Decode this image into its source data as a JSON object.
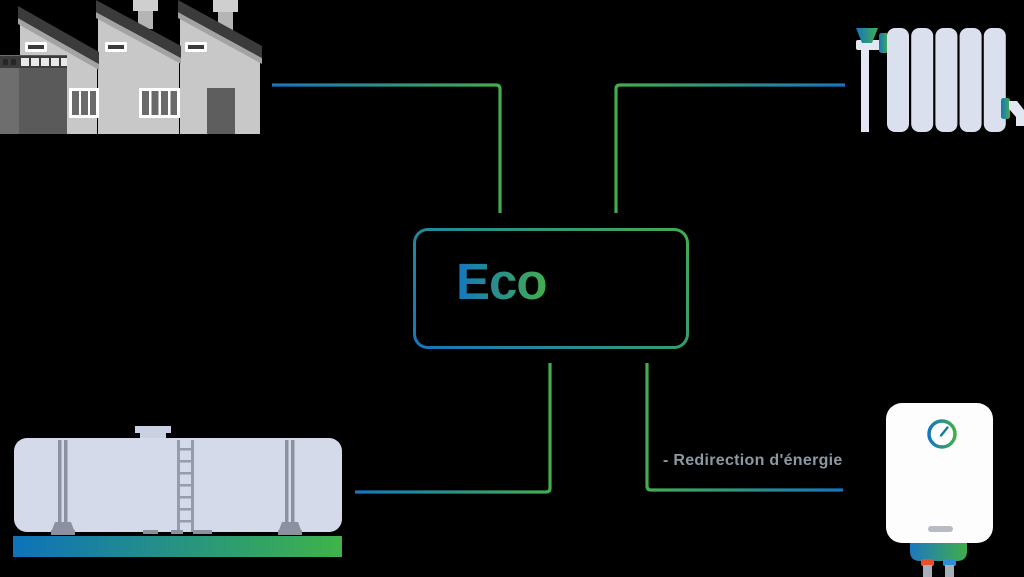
{
  "diagram": {
    "center_node": {
      "label": "Eco"
    },
    "annotation": {
      "label": "- Redirection d'énergie"
    },
    "nodes": [
      {
        "id": "factory",
        "name": "factory-illustration",
        "position": "top-left"
      },
      {
        "id": "radiator",
        "name": "radiator-illustration",
        "position": "top-right"
      },
      {
        "id": "storage-tank",
        "name": "storage-tank-illustration",
        "position": "bottom-left"
      },
      {
        "id": "water-heater",
        "name": "water-heater-illustration",
        "position": "bottom-right"
      }
    ],
    "edges": [
      {
        "from": "factory",
        "to": "eco-box"
      },
      {
        "from": "eco-box",
        "to": "radiator"
      },
      {
        "from": "storage-tank",
        "to": "eco-box"
      },
      {
        "from": "eco-box",
        "to": "water-heater",
        "label": "- Redirection d'énergie"
      }
    ],
    "colors": {
      "accent_blue": "#1476bf",
      "accent_green": "#43ad4d",
      "panel_light": "#d4daea",
      "radiator_fin": "#dbe0ee",
      "label_gray": "#8b99a4",
      "factory_light": "#c8c8c8",
      "factory_roof_dark": "#3b3b3b",
      "pipe_hot_red": "#e8502a",
      "pipe_cold_blue": "#2e8fd8",
      "background": "#000000"
    }
  }
}
